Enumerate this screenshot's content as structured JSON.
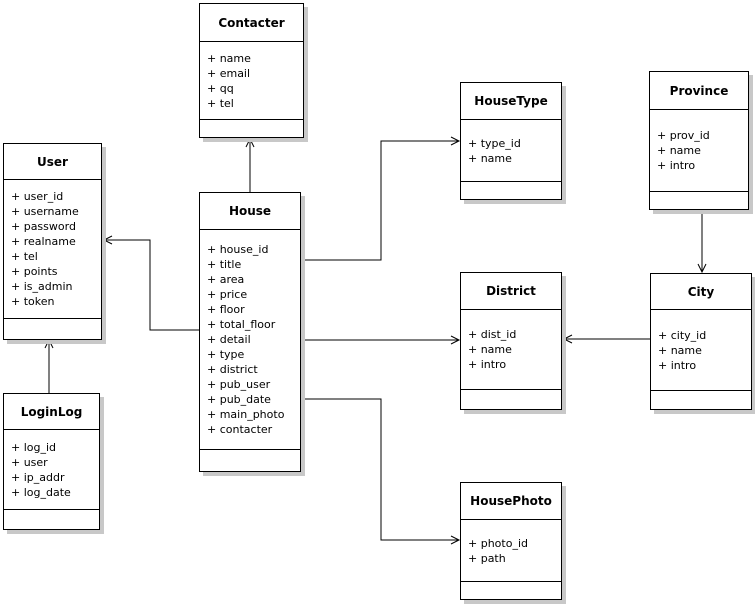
{
  "diagram": {
    "background_color": "#ffffff",
    "line_color": "#000000",
    "shadow_color": "#c8c8c8",
    "classes": [
      {
        "id": "contacter",
        "name": "Contacter",
        "attributes": [
          "+ name",
          "+ email",
          "+ qq",
          "+ tel"
        ]
      },
      {
        "id": "user",
        "name": "User",
        "attributes": [
          "+ user_id",
          "+ username",
          "+ password",
          "+ realname",
          "+ tel",
          "+ points",
          "+ is_admin",
          "+ token"
        ]
      },
      {
        "id": "loginlog",
        "name": "LoginLog",
        "attributes": [
          "+ log_id",
          "+ user",
          "+ ip_addr",
          "+ log_date"
        ]
      },
      {
        "id": "house",
        "name": "House",
        "attributes": [
          "+ house_id",
          "+ title",
          "+ area",
          "+ price",
          "+ floor",
          "+ total_floor",
          "+ detail",
          "+ type",
          "+ district",
          "+ pub_user",
          "+ pub_date",
          "+ main_photo",
          "+ contacter"
        ]
      },
      {
        "id": "housetype",
        "name": "HouseType",
        "attributes": [
          "+ type_id",
          "+ name"
        ]
      },
      {
        "id": "province",
        "name": "Province",
        "attributes": [
          "+ prov_id",
          "+ name",
          "+ intro"
        ]
      },
      {
        "id": "district",
        "name": "District",
        "attributes": [
          "+ dist_id",
          "+ name",
          "+ intro"
        ]
      },
      {
        "id": "city",
        "name": "City",
        "attributes": [
          "+ city_id",
          "+ name",
          "+ intro"
        ]
      },
      {
        "id": "housephoto",
        "name": "HousePhoto",
        "attributes": [
          "+ photo_id",
          "+ path"
        ]
      }
    ],
    "relations": [
      {
        "from": "House",
        "to": "Contacter"
      },
      {
        "from": "House",
        "to": "User"
      },
      {
        "from": "LoginLog",
        "to": "User"
      },
      {
        "from": "House",
        "to": "HouseType"
      },
      {
        "from": "House",
        "to": "District"
      },
      {
        "from": "House",
        "to": "HousePhoto"
      },
      {
        "from": "Province",
        "to": "City"
      },
      {
        "from": "City",
        "to": "District"
      }
    ]
  }
}
